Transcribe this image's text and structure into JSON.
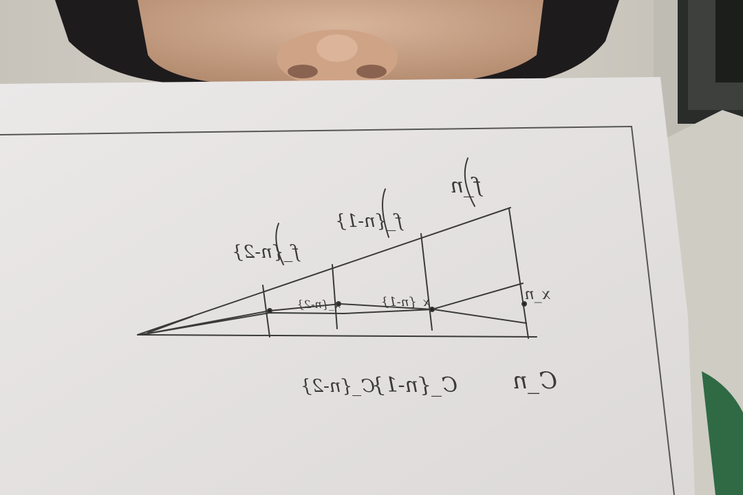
{
  "scene": {
    "description_icon": "hand-drawn-sketch-photo",
    "colors": {
      "wall": "#d6d2ca",
      "face": "#c9a58a",
      "helmet": "#1e1b1c",
      "paper": "#e7e4e2",
      "ink": "#3a3a3a",
      "door_frame": "#4a4d4a",
      "jacket": "#2f6a45"
    }
  },
  "sketch": {
    "top_labels": [
      "f_n",
      "f_{n-1}",
      "f_{n-2}"
    ],
    "inner_labels": [
      "x_n",
      "x_{n-1}",
      "x_{n-2}"
    ],
    "bottom_labels": [
      "C_n",
      "C_{n-1}",
      "C_{n-2}"
    ]
  }
}
